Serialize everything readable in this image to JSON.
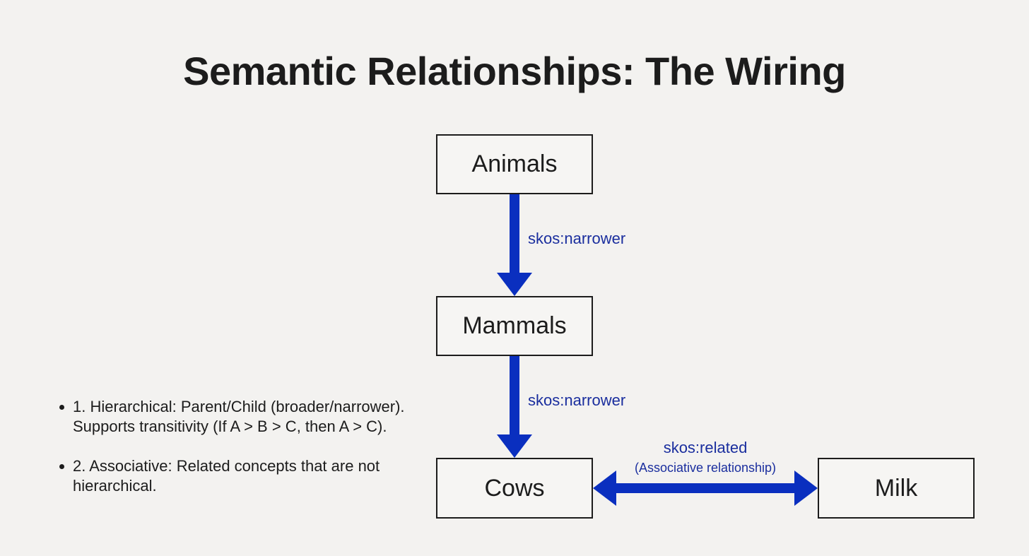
{
  "slide": {
    "title": "Semantic Relationships: The Wiring"
  },
  "nodes": {
    "animals": "Animals",
    "mammals": "Mammals",
    "cows": "Cows",
    "milk": "Milk"
  },
  "edges": {
    "narrower_1": "skos:narrower",
    "narrower_2": "skos:narrower",
    "related": "skos:related",
    "related_note": "(Associative relationship)"
  },
  "bullets": [
    "1. Hierarchical: Parent/Child (broader/narrower). Supports transitivity (If A > B > C, then A > C).",
    "2. Associative: Related concepts that are not hierarchical."
  ],
  "colors": {
    "arrow": "#0a2fbf",
    "label": "#1a2e9e",
    "box_border": "#1c1c1c",
    "background": "#f3f2f0"
  }
}
